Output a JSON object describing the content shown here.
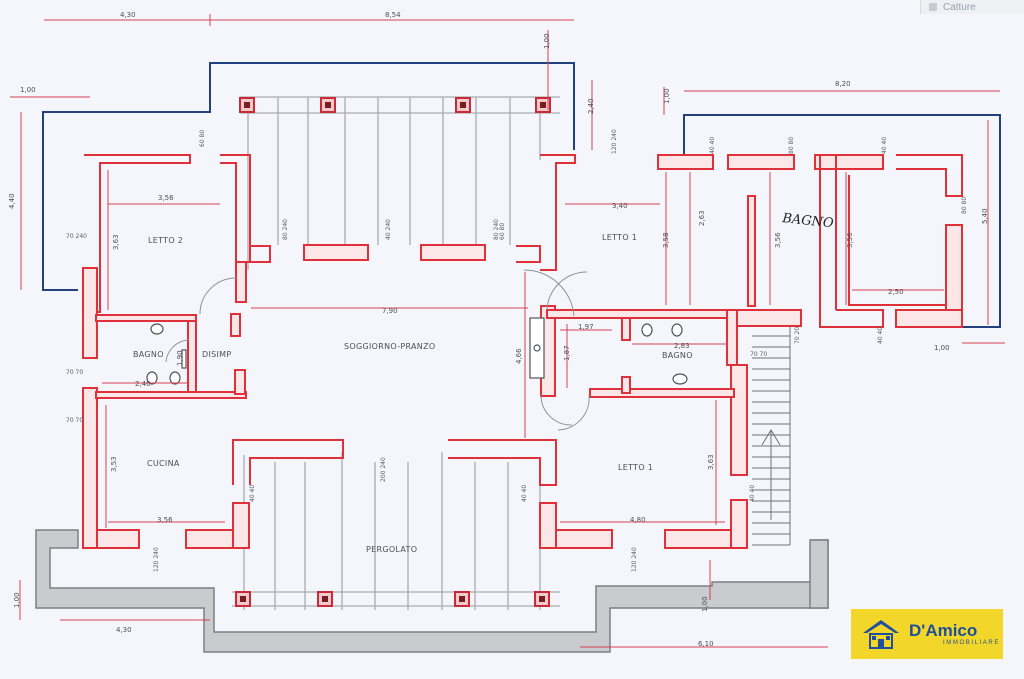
{
  "toolbar": {
    "label": "Catture",
    "icon": "window-icon"
  },
  "rooms": {
    "letto2": "LETTO 2",
    "letto1_top": "LETTO 1",
    "bagno_hand": "BAGNO",
    "bagno_left": "BAGNO",
    "disimp": "DISIMP",
    "soggiorno": "SOGGIORNO-PRANZO",
    "bagno_mid": "BAGNO",
    "cucina": "CUCINA",
    "letto1_bottom": "LETTO 1",
    "pergolato": "PERGOLATO"
  },
  "dimensions": {
    "top_left": "4,30",
    "top_mid": "8,54",
    "left_1": "1,00",
    "left_4": "4,40",
    "right_top": "8,20",
    "dim_100_top": "1,00",
    "dim_100_right": "1,00",
    "dim_240_mid": "2,40",
    "dim_540": "5,40",
    "letto2_w": "3,56",
    "letto2_h": "3,63",
    "letto1_w": "3,40",
    "letto1_h": "3,58",
    "letto1_h2": "2,63",
    "bagno_h": "3,56",
    "bagno_r_h": "3,56",
    "bagno_r_w": "2,50",
    "soggiorno_w": "7,90",
    "soggiorno_h": "4,66",
    "bagno_mid_w1": "1,97",
    "bagno_mid_h": "1,87",
    "bagno_mid_w2": "2,83",
    "bagno_left_w": "2,40",
    "bagno_left_h": "1,90",
    "cucina_h": "3,53",
    "cucina_w": "3,56",
    "letto1b_w": "4,80",
    "letto1b_h": "3,63",
    "bottom_left": "4,30",
    "bottom_left_h": "1,00",
    "bottom_right": "6,10",
    "bottom_right_h": "1,00"
  },
  "openings": {
    "w1": "60 80",
    "w2": "80 240",
    "w3": "40 240",
    "w4": "80 240",
    "w5": "120 240",
    "w6": "40 40",
    "w7": "80 80",
    "w8": "40 40",
    "w9": "80 80",
    "w10": "70 240",
    "w11": "70 70",
    "w12": "70 70",
    "w13": "40 40",
    "w14": "40 40",
    "w15": "200 240",
    "w16": "40 40",
    "w17": "120 240",
    "w18": "120 240",
    "w19": "70 20",
    "w20": "40 40",
    "w21": "70 70",
    "w22": "60 80"
  },
  "logo": {
    "name": "D'Amico",
    "subtitle": "IMMOBILIARE"
  }
}
